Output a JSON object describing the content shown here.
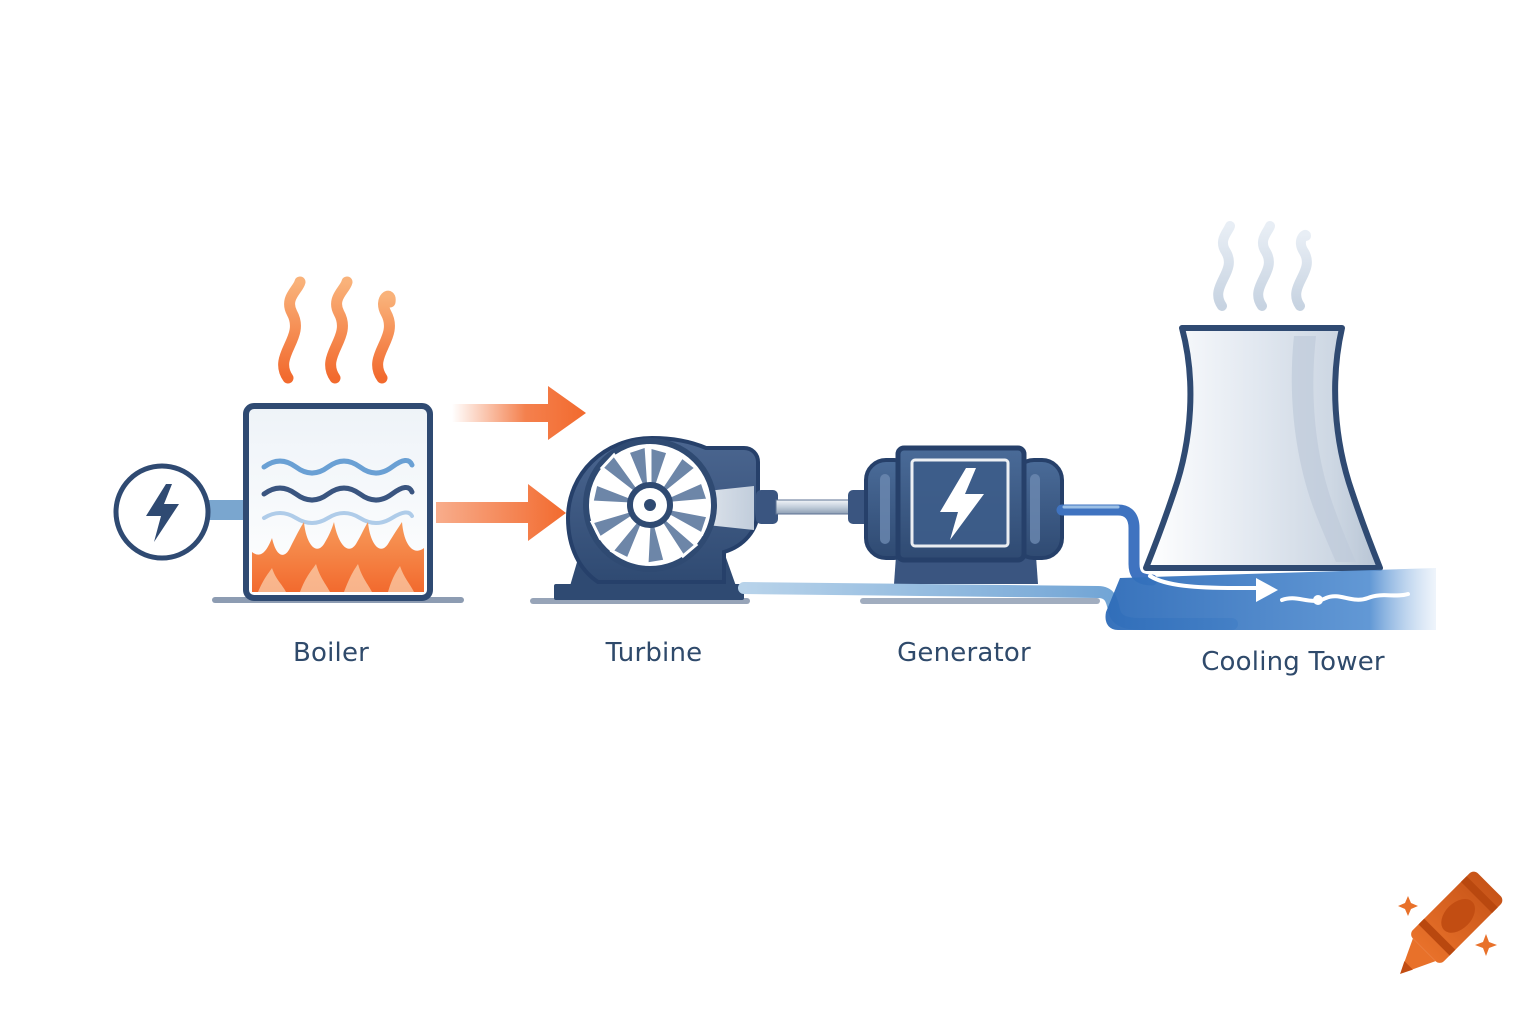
{
  "stages": {
    "boiler": {
      "label": "Boiler"
    },
    "turbine": {
      "label": "Turbine"
    },
    "generator": {
      "label": "Generator"
    },
    "cooling_tower": {
      "label": "Cooling Tower"
    }
  },
  "colors": {
    "navy": "#3a5580",
    "navy_dark": "#2c4468",
    "steam_orange": "#f26a2e",
    "water_blue": "#5b8fc7",
    "pipe_blue": "#3f73c0",
    "light_gray": "#e6ecf3",
    "crayon_orange": "#e8712a"
  },
  "icons": {
    "power_source": "lightning-bolt-icon",
    "generator": "lightning-bolt-icon",
    "brand": "crayon-icon"
  }
}
